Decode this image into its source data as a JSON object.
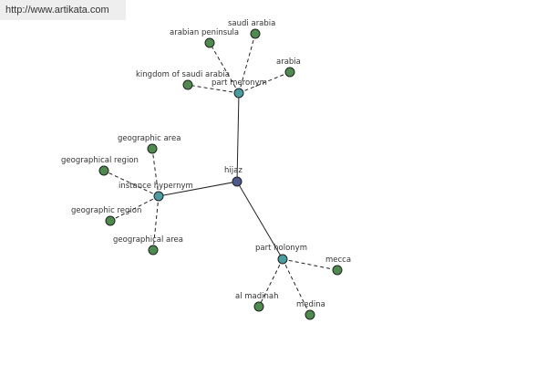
{
  "watermark": "http://www.artikata.com",
  "colors": {
    "root": "#4b5a8a",
    "relation": "#4a9ca0",
    "leaf": "#4f8a4f"
  },
  "graph": {
    "root": {
      "id": "hijaz",
      "label": "hijaz"
    },
    "relations": [
      {
        "id": "part-meronym",
        "label": "part meronym",
        "leaves": [
          {
            "id": "arabian-peninsula",
            "label": "arabian peninsula"
          },
          {
            "id": "saudi-arabia",
            "label": "saudi arabia"
          },
          {
            "id": "kingdom-of-saudi-arabia",
            "label": "kingdom of saudi arabia"
          },
          {
            "id": "arabia",
            "label": "arabia"
          }
        ]
      },
      {
        "id": "instance-hypernym",
        "label": "instance hypernym",
        "leaves": [
          {
            "id": "geographic-area",
            "label": "geographic area"
          },
          {
            "id": "geographical-region",
            "label": "geographical region"
          },
          {
            "id": "geographic-region",
            "label": "geographic region"
          },
          {
            "id": "geographical-area",
            "label": "geographical area"
          }
        ]
      },
      {
        "id": "part-holonym",
        "label": "part holonym",
        "leaves": [
          {
            "id": "mecca",
            "label": "mecca"
          },
          {
            "id": "al-madinah",
            "label": "al madinah"
          },
          {
            "id": "medina",
            "label": "medina"
          }
        ]
      }
    ]
  }
}
